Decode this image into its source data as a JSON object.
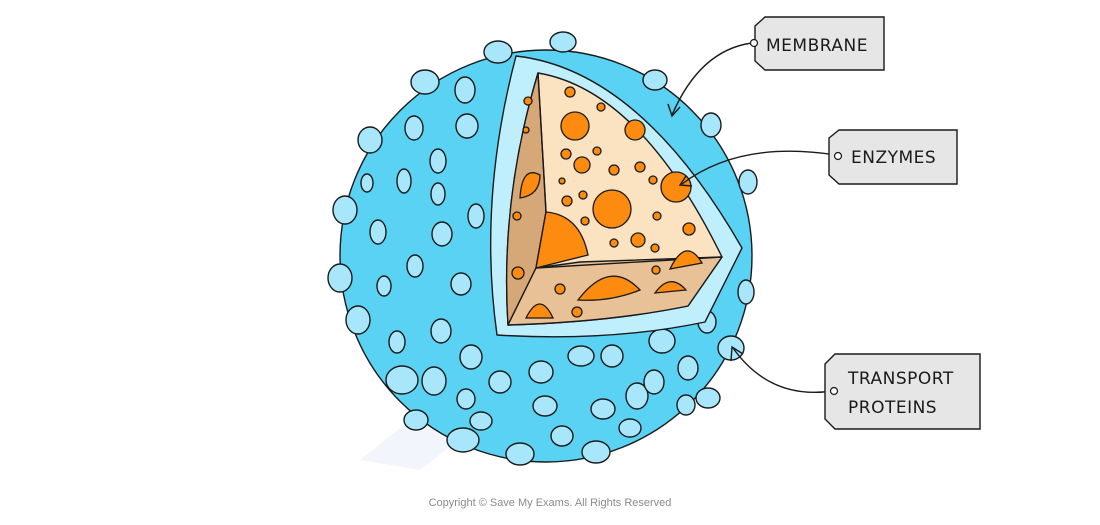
{
  "labels": {
    "membrane": "MEMBRANE",
    "enzymes": "ENZYMES",
    "transport_line1": "TRANSPORT",
    "transport_line2": "PROTEINS"
  },
  "copyright": "Copyright © Save My Exams. All Rights Reserved",
  "colors": {
    "sphere_blue": "#5ad2f4",
    "bump_blue": "#a8e7fb",
    "membrane_band": "#bfeefc",
    "interior_cream": "#fbe3c1",
    "interior_tan": "#d7a877",
    "interior_floor": "#e9c196",
    "enzyme_orange": "#fd8b0f",
    "tag_fill": "#e6e6e6",
    "outline": "#1a1a1a"
  }
}
